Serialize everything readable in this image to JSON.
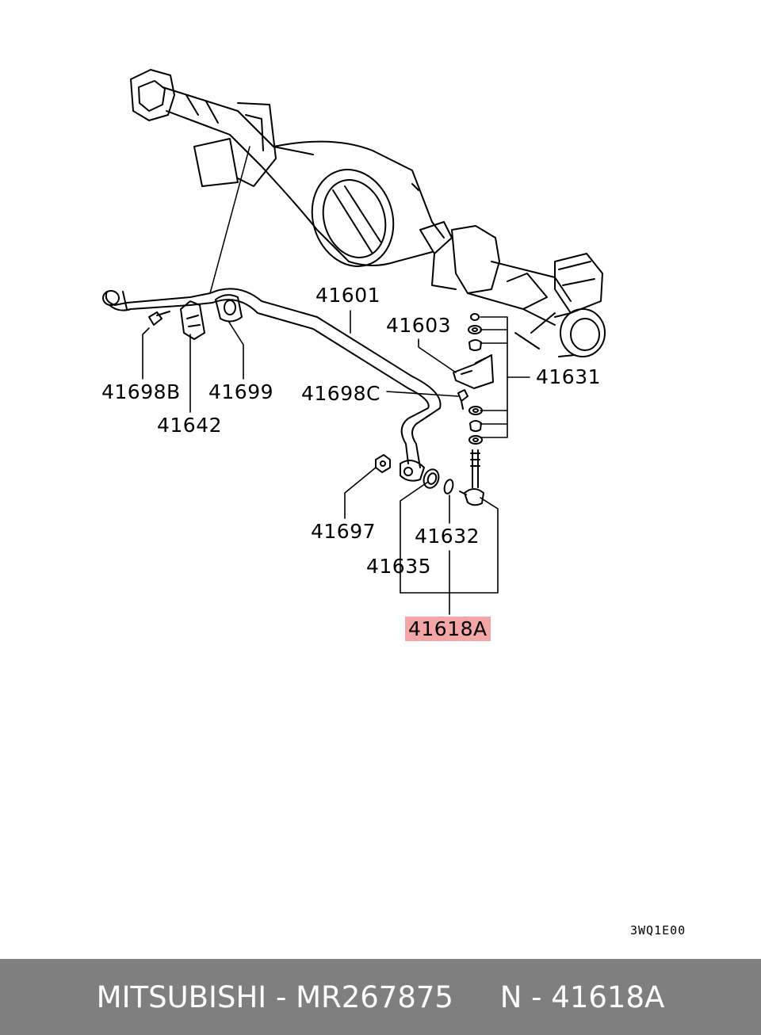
{
  "colors": {
    "highlight": "#f4a6a6",
    "footer_bg": "#7f7f7f",
    "footer_text": "#ffffff"
  },
  "labels": {
    "l41601": "41601",
    "l41603": "41603",
    "l41631": "41631",
    "l41698b": "41698B",
    "l41699": "41699",
    "l41642": "41642",
    "l41698c": "41698C",
    "l41697": "41697",
    "l41632": "41632",
    "l41635": "41635",
    "l41618a": "41618A"
  },
  "diagram_code": "3WQ1E00",
  "footer": {
    "text": "MITSUBISHI - MR267875     N - 41618A"
  }
}
